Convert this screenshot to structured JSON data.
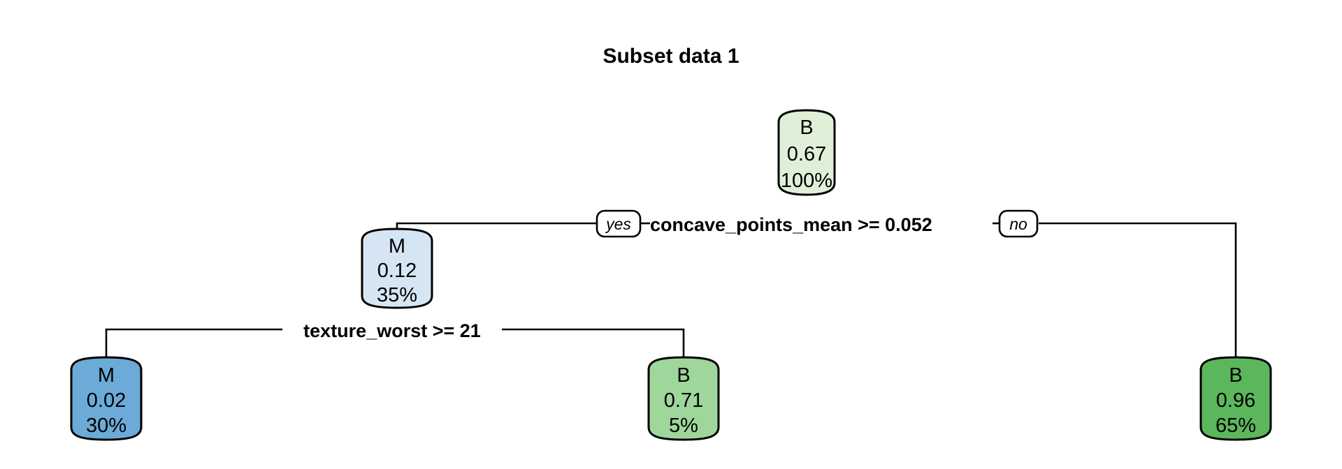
{
  "chart_data": {
    "type": "diagram",
    "diagram_type": "decision-tree",
    "title": "Subset data 1",
    "nodes": [
      {
        "id": "root",
        "class_label": "B",
        "probability": "0.67",
        "percent": "100%",
        "fill": "#e0f0d8",
        "kind": "internal"
      },
      {
        "id": "n2",
        "class_label": "M",
        "probability": "0.12",
        "percent": "35%",
        "fill": "#d6e5f3",
        "kind": "internal"
      },
      {
        "id": "leaf1",
        "class_label": "M",
        "probability": "0.02",
        "percent": "30%",
        "fill": "#6caad8",
        "kind": "leaf"
      },
      {
        "id": "leaf2",
        "class_label": "B",
        "probability": "0.71",
        "percent": "5%",
        "fill": "#9ed69b",
        "kind": "leaf"
      },
      {
        "id": "leaf3",
        "class_label": "B",
        "probability": "0.96",
        "percent": "65%",
        "fill": "#5cb75c",
        "kind": "leaf"
      }
    ],
    "splits": [
      {
        "id": "split1",
        "condition": "concave_points_mean >= 0.052",
        "yes_label": "yes",
        "no_label": "no",
        "yes_target": "n2",
        "no_target": "leaf3"
      },
      {
        "id": "split2",
        "condition": "texture_worst >= 21",
        "yes_label": "",
        "no_label": "",
        "yes_target": "leaf1",
        "no_target": "leaf2"
      }
    ],
    "colors": {
      "background": "#ffffff",
      "stroke": "#000000",
      "text": "#000000",
      "green_light": "#e0f0d8",
      "green_mid": "#9ed69b",
      "green_strong": "#5cb75c",
      "blue_light": "#d6e5f3",
      "blue_strong": "#6caad8"
    }
  }
}
